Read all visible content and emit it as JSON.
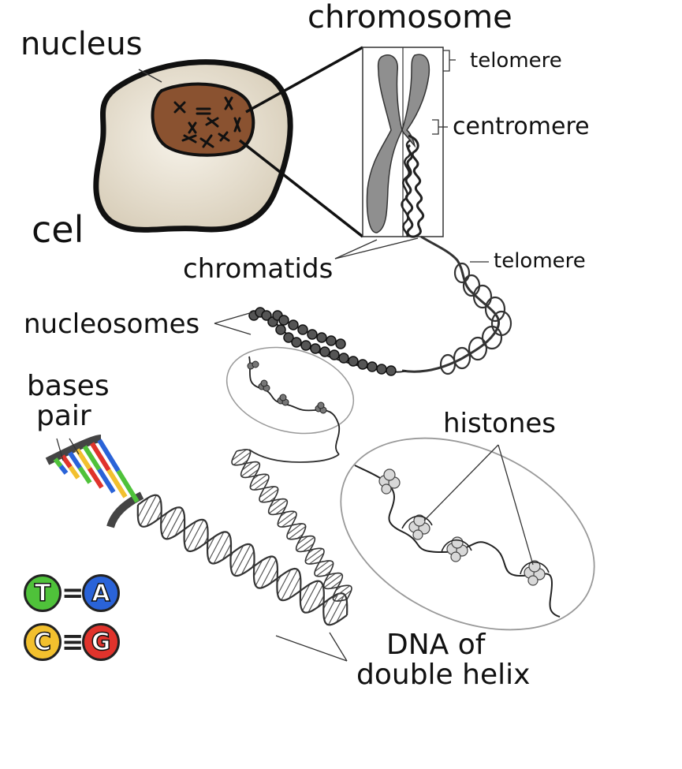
{
  "labels": {
    "chromosome": "chromosome",
    "nucleus": "nucleus",
    "cel": "cel",
    "telomere_top": "telomere",
    "centromere": "centromere",
    "chromatids": "chromatids",
    "telomere_bottom": "telomere",
    "nucleosomes": "nucleosomes",
    "bases_line1": "bases",
    "bases_line2": "pair",
    "histones": "histones",
    "dna_line1": "DNA of",
    "dna_line2": "double helix"
  },
  "base_pairs": [
    {
      "left": "T",
      "bond": "=",
      "right": "A",
      "left_color": "#4fc23a",
      "right_color": "#2a63d8"
    },
    {
      "left": "C",
      "bond": "≡",
      "right": "G",
      "left_color": "#f2c02e",
      "right_color": "#e0332c"
    }
  ],
  "colors": {
    "cell_fill": "#ece5d6",
    "nucleus_fill": "#8a5230",
    "chromosome_gray": "#8f8f8f",
    "outline": "#111111",
    "base_green": "#4fc23a",
    "base_blue": "#2a63d8",
    "base_yellow": "#f2c02e",
    "base_red": "#e0332c"
  }
}
